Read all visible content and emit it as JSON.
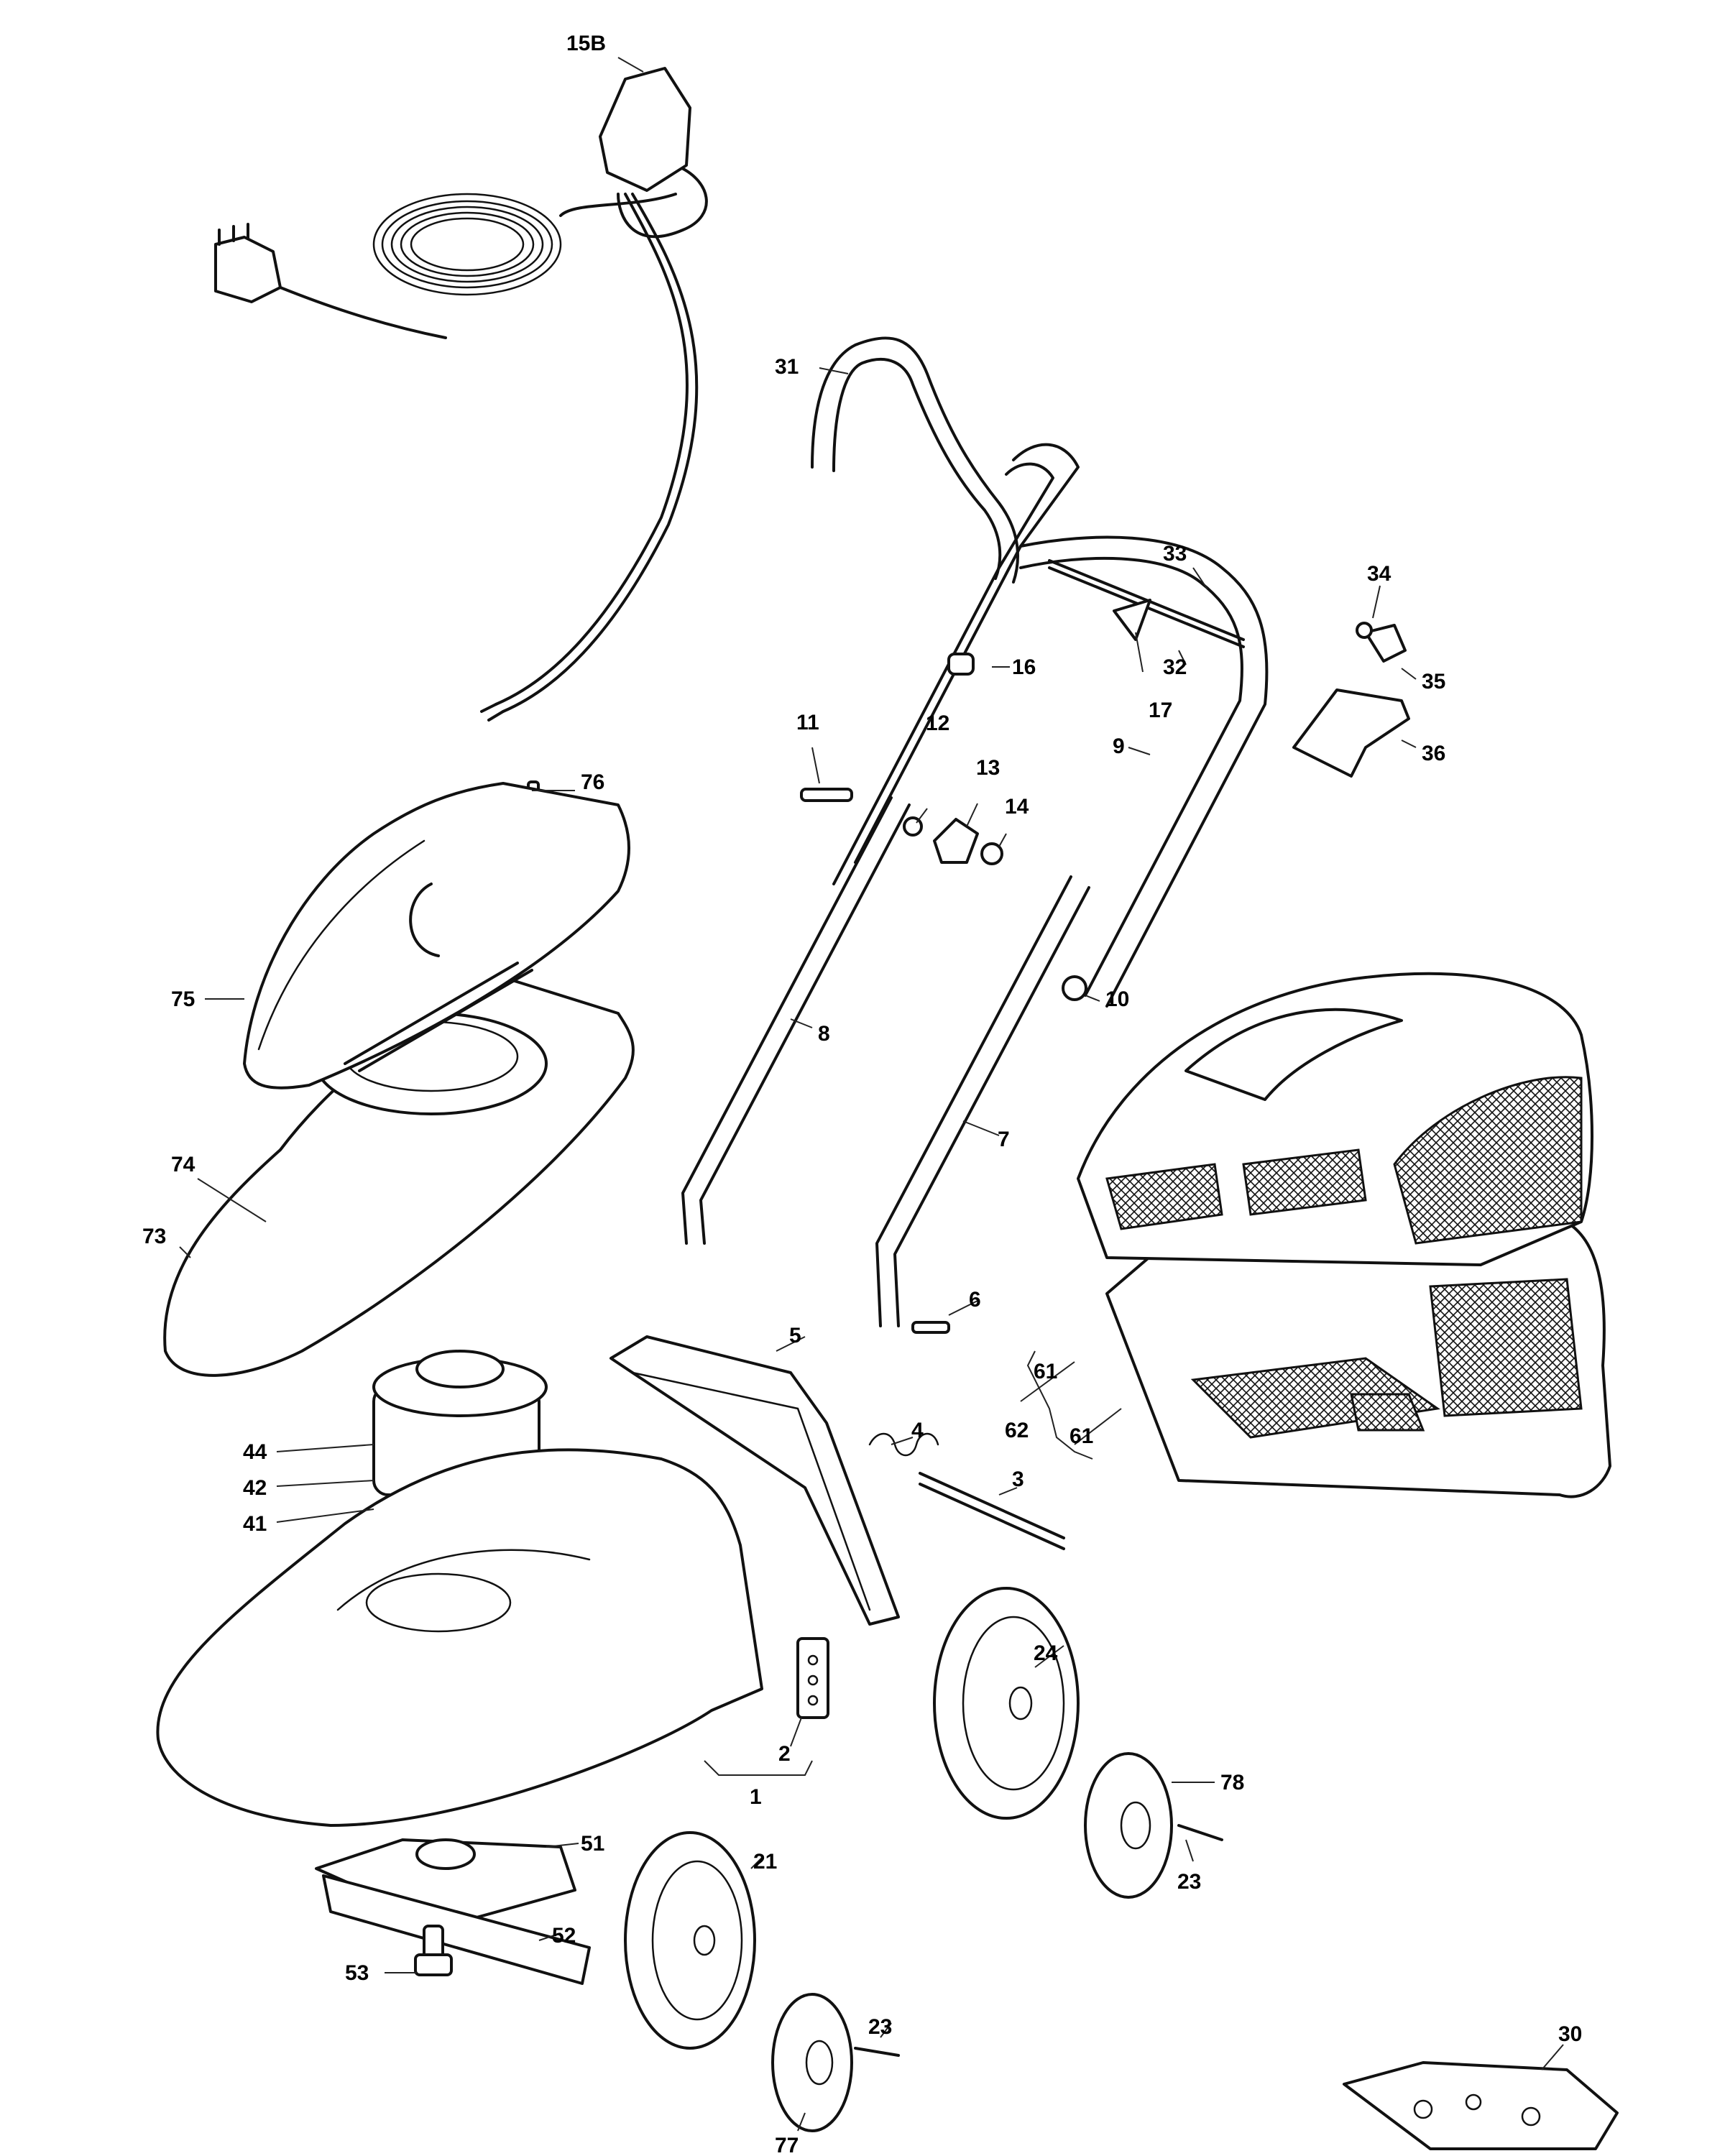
{
  "callouts": [
    {
      "id": "15B",
      "text": "15B"
    },
    {
      "id": "31",
      "text": "31"
    },
    {
      "id": "33",
      "text": "33"
    },
    {
      "id": "34",
      "text": "34"
    },
    {
      "id": "35",
      "text": "35"
    },
    {
      "id": "36",
      "text": "36"
    },
    {
      "id": "32",
      "text": "32"
    },
    {
      "id": "16",
      "text": "16"
    },
    {
      "id": "17",
      "text": "17"
    },
    {
      "id": "11",
      "text": "11"
    },
    {
      "id": "12",
      "text": "12"
    },
    {
      "id": "13",
      "text": "13"
    },
    {
      "id": "14",
      "text": "14"
    },
    {
      "id": "9",
      "text": "9"
    },
    {
      "id": "76",
      "text": "76"
    },
    {
      "id": "75",
      "text": "75"
    },
    {
      "id": "8",
      "text": "8"
    },
    {
      "id": "10",
      "text": "10"
    },
    {
      "id": "7",
      "text": "7"
    },
    {
      "id": "74",
      "text": "74"
    },
    {
      "id": "73",
      "text": "73"
    },
    {
      "id": "6",
      "text": "6"
    },
    {
      "id": "61a",
      "text": "61"
    },
    {
      "id": "62",
      "text": "62"
    },
    {
      "id": "61b",
      "text": "61"
    },
    {
      "id": "5",
      "text": "5"
    },
    {
      "id": "4",
      "text": "4"
    },
    {
      "id": "3",
      "text": "3"
    },
    {
      "id": "44",
      "text": "44"
    },
    {
      "id": "42",
      "text": "42"
    },
    {
      "id": "41",
      "text": "41"
    },
    {
      "id": "24",
      "text": "24"
    },
    {
      "id": "2",
      "text": "2"
    },
    {
      "id": "1",
      "text": "1"
    },
    {
      "id": "78",
      "text": "78"
    },
    {
      "id": "51",
      "text": "51"
    },
    {
      "id": "21",
      "text": "21"
    },
    {
      "id": "23a",
      "text": "23"
    },
    {
      "id": "52",
      "text": "52"
    },
    {
      "id": "53",
      "text": "53"
    },
    {
      "id": "23b",
      "text": "23"
    },
    {
      "id": "77",
      "text": "77"
    },
    {
      "id": "30",
      "text": "30"
    }
  ]
}
